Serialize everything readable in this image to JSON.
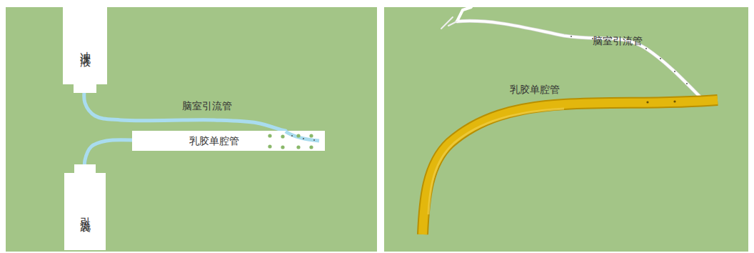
{
  "diagram": {
    "nodes": [
      {
        "text": [
          "冲洗液"
        ]
      },
      {
        "text": [
          "乳胶单腔管"
        ]
      },
      {
        "text": [
          "引流袋"
        ]
      }
    ],
    "edges": [
      {
        "from": 0,
        "to": 1,
        "label": "脑室引流管",
        "arrow": "none"
      },
      {
        "from": 2,
        "to": 1,
        "arrow": "none"
      }
    ],
    "labels": [
      "脑室引流管",
      "乳胶单腔管"
    ]
  }
}
